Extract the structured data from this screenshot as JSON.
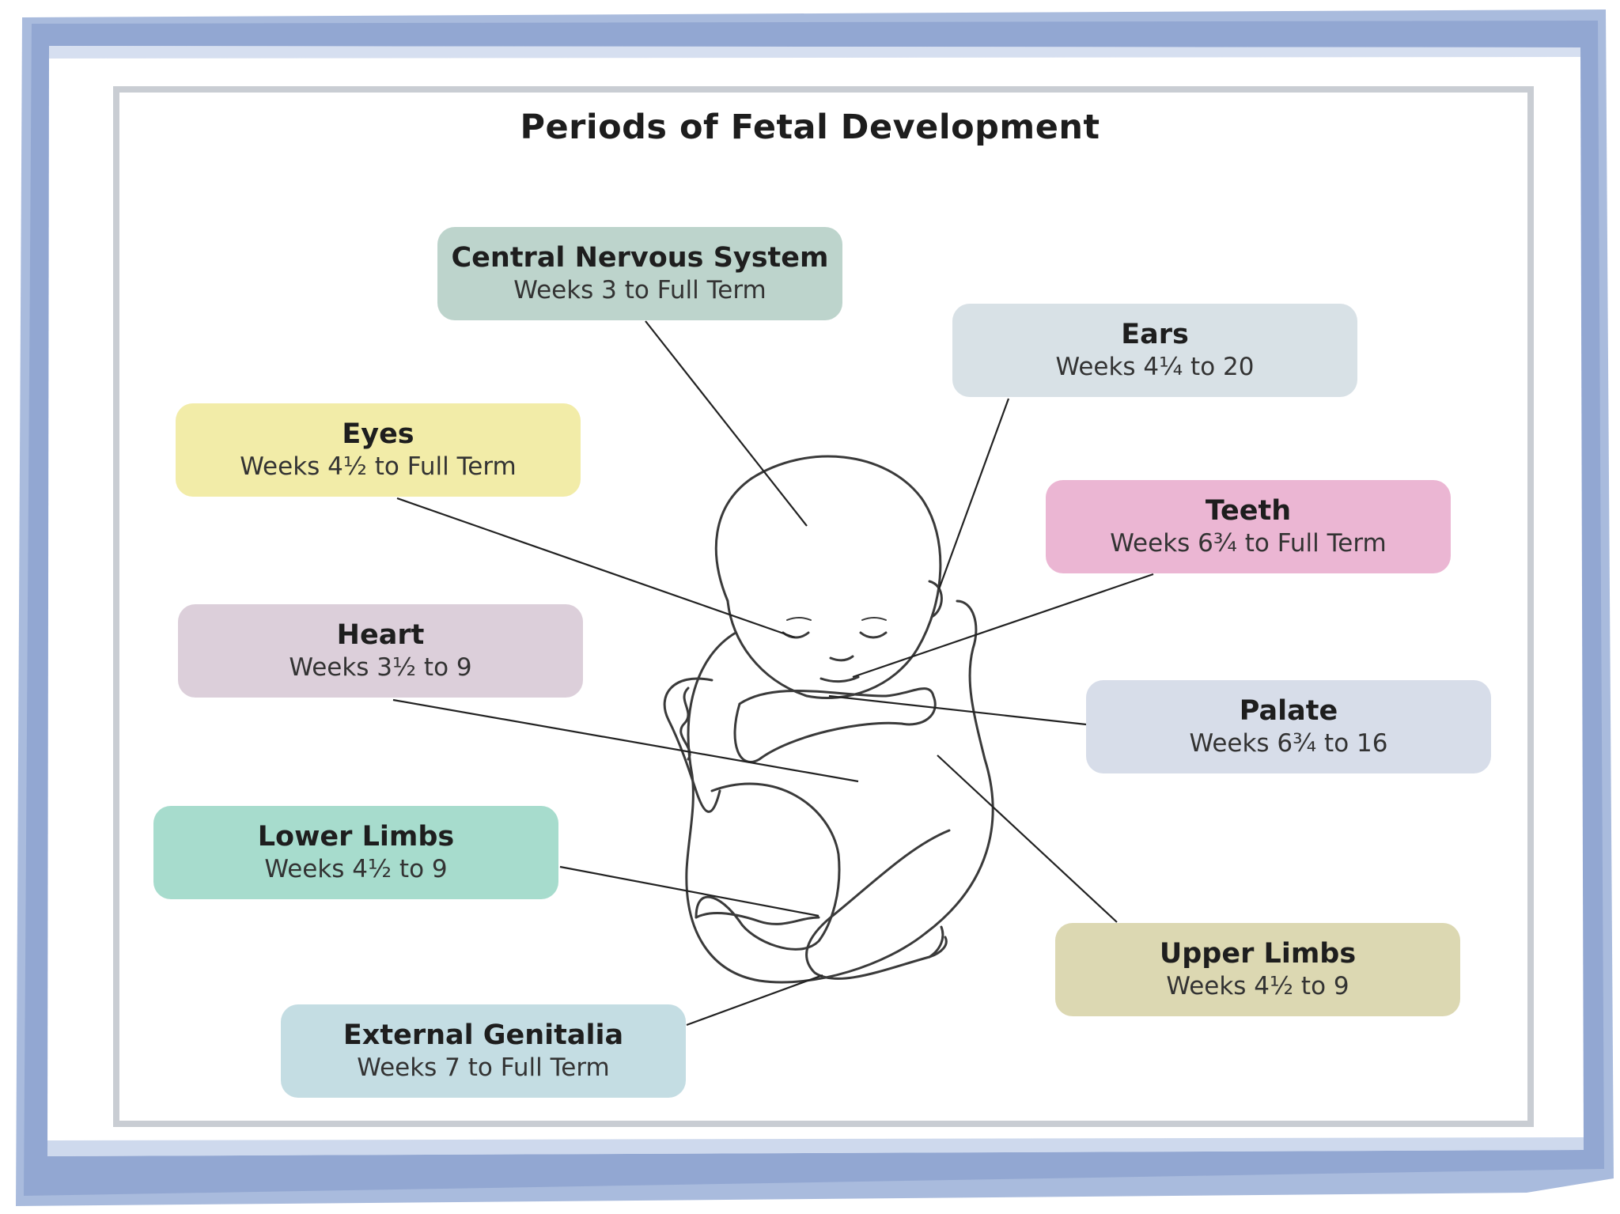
{
  "title": "Periods of Fetal Development",
  "colors": {
    "frame_blue": "#8fa6cf",
    "inner_border": "#c9cdd3",
    "leader_line": "#222222",
    "baby_outline": "#3a3a3a"
  },
  "labels": {
    "cns": {
      "name": "Central Nervous System",
      "range": "Weeks 3 to Full Term",
      "color": "#bdd4cc"
    },
    "ears": {
      "name": "Ears",
      "range": "Weeks 4¼ to 20",
      "color": "#d8e1e6"
    },
    "eyes": {
      "name": "Eyes",
      "range": "Weeks 4½ to Full Term",
      "color": "#f2eca8"
    },
    "teeth": {
      "name": "Teeth",
      "range": "Weeks 6¾ to Full Term",
      "color": "#ebb6d3"
    },
    "heart": {
      "name": "Heart",
      "range": "Weeks 3½ to 9",
      "color": "#dccfda"
    },
    "palate": {
      "name": "Palate",
      "range": "Weeks 6¾ to 16",
      "color": "#d7dde9"
    },
    "lower": {
      "name": "Lower Limbs",
      "range": "Weeks 4½ to 9",
      "color": "#a7dccd"
    },
    "upper": {
      "name": "Upper Limbs",
      "range": "Weeks 4½ to 9",
      "color": "#dcd8b2"
    },
    "genitalia": {
      "name": "External Genitalia",
      "range": "Weeks 7 to Full Term",
      "color": "#c4dde3"
    }
  }
}
